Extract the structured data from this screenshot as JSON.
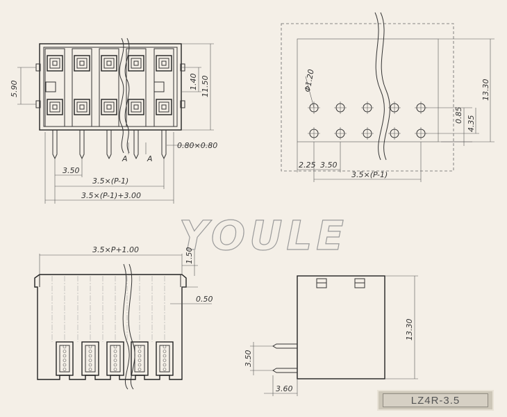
{
  "brand": "YOULE",
  "part_number": "LZ4R-3.5",
  "top_view": {
    "height_left": "5.90",
    "height_small": "1.40",
    "height_total": "11.50",
    "pin_size": "0.80×0.80",
    "pitch": "3.50",
    "span_pitch": "3.5×(P-1)",
    "span_total": "3.5×(P-1)+3.00",
    "section_label": "A"
  },
  "pcb_layout": {
    "hole_dia": "Φ1.20",
    "row_offset": "0.85",
    "row_pitch": "4.35",
    "height": "13.30",
    "edge": "2.25",
    "pitch": "3.50",
    "span": "3.5×(P-1)"
  },
  "front_view": {
    "width": "3.5×P+1.00",
    "top_offset": "1.50",
    "side_offset": "0.50"
  },
  "side_view": {
    "height": "13.30",
    "pin_pitch": "3.50",
    "pin_length": "3.60"
  }
}
